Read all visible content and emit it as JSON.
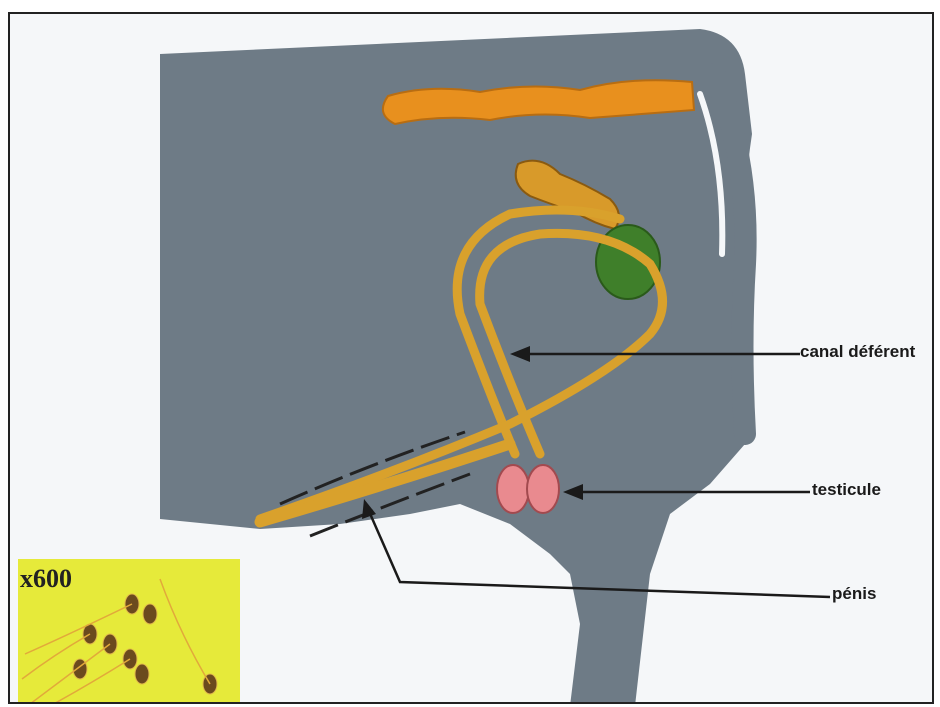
{
  "labels": {
    "canal": "canal déférent",
    "testicule": "testicule",
    "penis": "pénis"
  },
  "inset": {
    "magnification": "x600"
  },
  "colors": {
    "body": "#6e7b86",
    "rectum": "#e8901e",
    "gland": "#d89a2a",
    "duct": "#d9a12c",
    "testis": "#e98a8f",
    "bladder": "#3f7f2a",
    "inset_bg": "#e6ea3a",
    "sperm": "#6b4a1e"
  }
}
